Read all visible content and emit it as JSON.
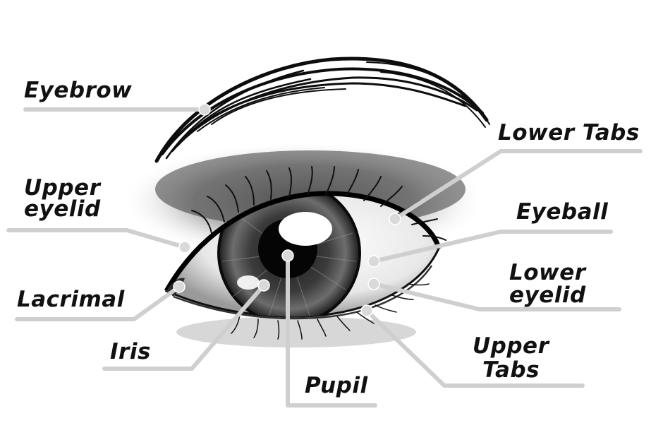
{
  "labels": {
    "eyebrow": "Eyebrow",
    "upper_eyelid_1": "Upper",
    "upper_eyelid_2": "eyelid",
    "lacrimal": "Lacrimal",
    "iris": "Iris",
    "pupil": "Pupil",
    "lower_tabs": "Lower Tabs",
    "eyeball": "Eyeball",
    "lower_eyelid_1": "Lower",
    "lower_eyelid_2": "eyelid",
    "upper_tabs_1": "Upper",
    "upper_tabs_2": "Tabs"
  },
  "colors": {
    "label_text": "#111111",
    "leader_line": "#cfcfcf",
    "background": "#ffffff"
  }
}
